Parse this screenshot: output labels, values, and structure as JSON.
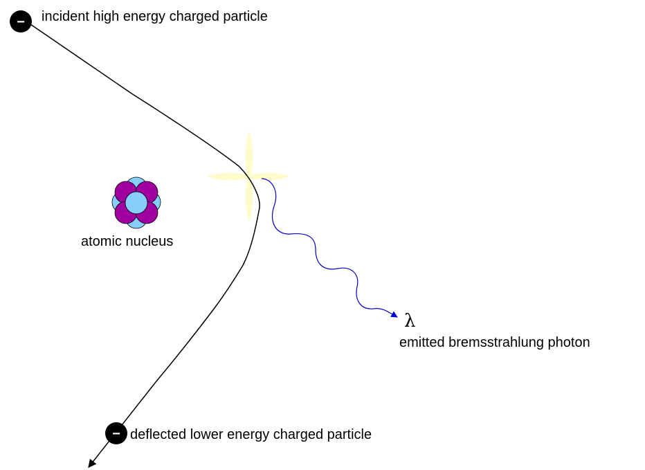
{
  "labels": {
    "incident": "incident high energy charged particle",
    "nucleus": "atomic nucleus",
    "lambda": "λ",
    "photon": "emitted bremsstrahlung photon",
    "deflected": "deflected lower energy charged particle"
  },
  "particle_symbol": "−",
  "colors": {
    "trajectory": "#000000",
    "photon_wave": "#0000cc",
    "flash": "#fffccc",
    "proton": "#a000a0",
    "neutron": "#87cefa",
    "particle": "#000000"
  },
  "icons": {
    "incident_particle": "negative-charge-icon",
    "deflected_particle": "negative-charge-icon",
    "nucleus": "atom-nucleus-icon",
    "flash": "interaction-flash-icon",
    "photon": "wavy-arrow-icon"
  }
}
